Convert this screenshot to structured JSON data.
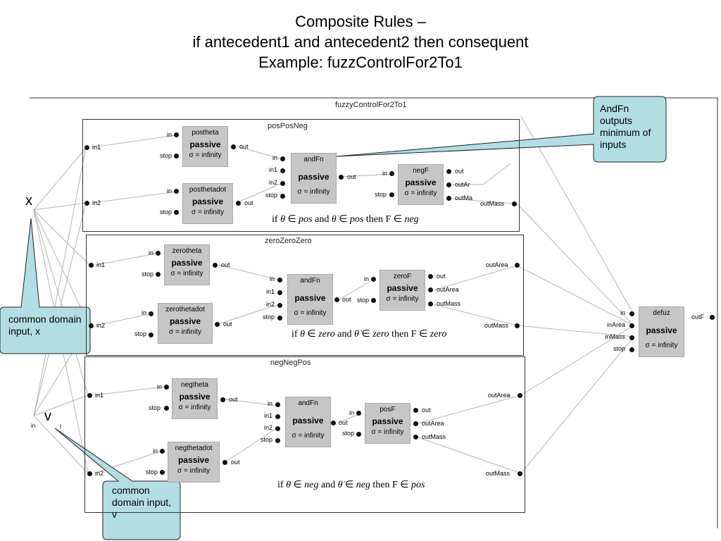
{
  "title": {
    "line1": "Composite Rules –",
    "line2": "if antecedent1 and antecedent2 then consequent",
    "line3": "Example: fuzzControlFor2To1"
  },
  "outer_frame": {
    "title": "fuzzyControlFor2To1"
  },
  "coupled_models": [
    {
      "title": "posPosNeg",
      "inputs": [
        "in1",
        "in2"
      ],
      "outputs": [
        "outMass"
      ],
      "rule": {
        "prefix": "if",
        "theta_set": "pos",
        "and": "and",
        "thetadot_set": "pos",
        "then": "then F",
        "consequent": "neg"
      }
    },
    {
      "title": "zeroZeroZero",
      "inputs": [
        "in1",
        "in2"
      ],
      "outputs": [
        "outArea",
        "outMass"
      ],
      "rule": {
        "prefix": "if",
        "theta_set": "zero",
        "and": "and",
        "thetadot_set": "zero",
        "then": "then F",
        "consequent": "zero"
      }
    },
    {
      "title": "negNegPos",
      "inputs": [
        "in1",
        "in2"
      ],
      "outputs": [
        "outArea",
        "outMass"
      ],
      "rule": {
        "prefix": "if",
        "theta_set": "neg",
        "and": "and",
        "thetadot_set": "neg",
        "then": "then F",
        "consequent": "pos"
      }
    }
  ],
  "blocks": {
    "postheta": {
      "name": "postheta",
      "state": "passive",
      "sigma": "σ = infinity",
      "inputs": [
        "in",
        "stop"
      ],
      "outputs": [
        "out"
      ]
    },
    "posthetadot": {
      "name": "posthetadot",
      "state": "passive",
      "sigma": "σ = infinity",
      "inputs": [
        "in",
        "stop"
      ],
      "outputs": [
        "out"
      ]
    },
    "andFn1": {
      "name": "andFn",
      "state": "passive",
      "sigma": "σ = infinity",
      "inputs": [
        "in",
        "in1",
        "in2",
        "stop"
      ],
      "outputs": [
        "out"
      ]
    },
    "negF": {
      "name": "negF",
      "state": "passive",
      "sigma": "σ = infinity",
      "inputs": [
        "in",
        "stop"
      ],
      "outputs": [
        "out",
        "outAr",
        "outMa"
      ]
    },
    "zerotheta": {
      "name": "zerotheta",
      "state": "passive",
      "sigma": "σ = infinity",
      "inputs": [
        "in",
        "stop"
      ],
      "outputs": [
        "out"
      ]
    },
    "zerothetadot": {
      "name": "zerothetadot",
      "state": "passive",
      "sigma": "σ = infinity",
      "inputs": [
        "in",
        "stop"
      ],
      "outputs": [
        "out"
      ]
    },
    "andFn2": {
      "name": "andFn",
      "state": "passive",
      "sigma": "σ = infinity",
      "inputs": [
        "in",
        "in1",
        "in2",
        "stop"
      ],
      "outputs": [
        "out"
      ]
    },
    "zeroF": {
      "name": "zeroF",
      "state": "passive",
      "sigma": "σ = infinity",
      "inputs": [
        "in",
        "stop"
      ],
      "outputs": [
        "out",
        "outArea",
        "outMass"
      ]
    },
    "negtheta": {
      "name": "negtheta",
      "state": "passive",
      "sigma": "σ = infinity",
      "inputs": [
        "in",
        "stop"
      ],
      "outputs": [
        "out"
      ]
    },
    "negthetadot": {
      "name": "negthetadot",
      "state": "passive",
      "sigma": "σ = infinity",
      "inputs": [
        "in",
        "stop"
      ],
      "outputs": [
        "out"
      ]
    },
    "andFn3": {
      "name": "andFn",
      "state": "passive",
      "sigma": "σ = infinity",
      "inputs": [
        "in",
        "in1",
        "in2",
        "stop"
      ],
      "outputs": [
        "out"
      ]
    },
    "posF": {
      "name": "posF",
      "state": "passive",
      "sigma": "σ = infinity",
      "inputs": [
        "in",
        "stop"
      ],
      "outputs": [
        "out",
        "outArea",
        "outMass"
      ]
    },
    "defuz": {
      "name": "defuz",
      "state": "passive",
      "sigma": "σ = infinity",
      "inputs": [
        "in",
        "inArea",
        "inMass",
        "stop"
      ],
      "outputs": [
        "outF"
      ]
    }
  },
  "external_inputs": {
    "x": "x",
    "v": "v",
    "in_label": "in",
    "t_label": "t"
  },
  "callouts": {
    "andfn": "AndFn outputs minimum of inputs",
    "x": "common domain input, x",
    "v": "common domain input, v"
  },
  "colors": {
    "block_fill": "#c6c6c6",
    "callout_fill": "#b2dde3",
    "wire": "#b4b4b4"
  }
}
